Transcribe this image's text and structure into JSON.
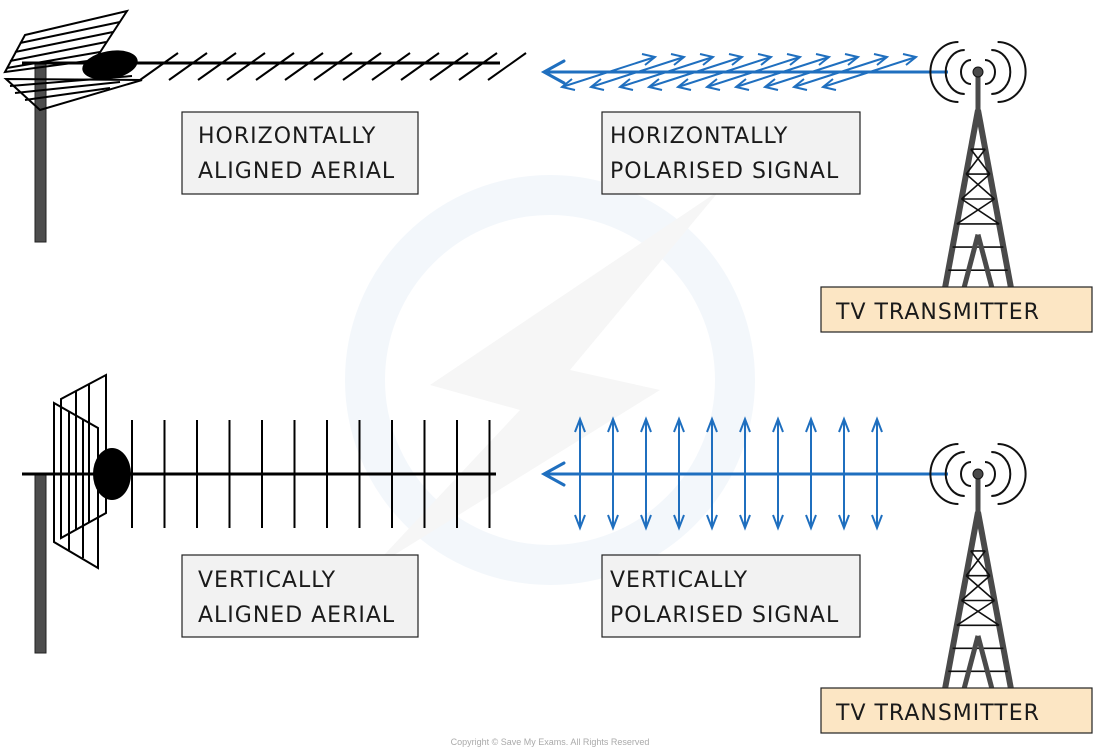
{
  "labels": {
    "h_aerial": {
      "line1": "HORIZONTALLY",
      "line2": "ALIGNED  AERIAL"
    },
    "h_signal": {
      "line1": "HORIZONTALLY",
      "line2": "POLARISED  SIGNAL"
    },
    "v_aerial": {
      "line1": "VERTICALLY",
      "line2": "ALIGNED  AERIAL"
    },
    "v_signal": {
      "line1": "VERTICALLY",
      "line2": "POLARISED  SIGNAL"
    },
    "transmitter_top": "TV  TRANSMITTER",
    "transmitter_bottom": "TV  TRANSMITTER"
  },
  "footer": {
    "copyright": "Copyright © Save My Exams. All Rights Reserved"
  },
  "colors": {
    "signal": "#1f6fbf",
    "label_bg": "#f2f2f2",
    "transmitter_bg": "#fce6c4",
    "tower": "#4a4a4a",
    "watermark": "#f3f7fb"
  },
  "icons": {
    "broadcast": "broadcast-icon",
    "tower": "tower-icon",
    "aerial": "aerial-icon"
  },
  "signals": {
    "horizontal": {
      "direction": "left",
      "oscillation_arrow_count": 10
    },
    "vertical": {
      "direction": "left",
      "oscillation_arrow_count": 10
    }
  },
  "aerials": {
    "horizontal": {
      "element_count": 13
    },
    "vertical": {
      "element_count": 12
    }
  }
}
